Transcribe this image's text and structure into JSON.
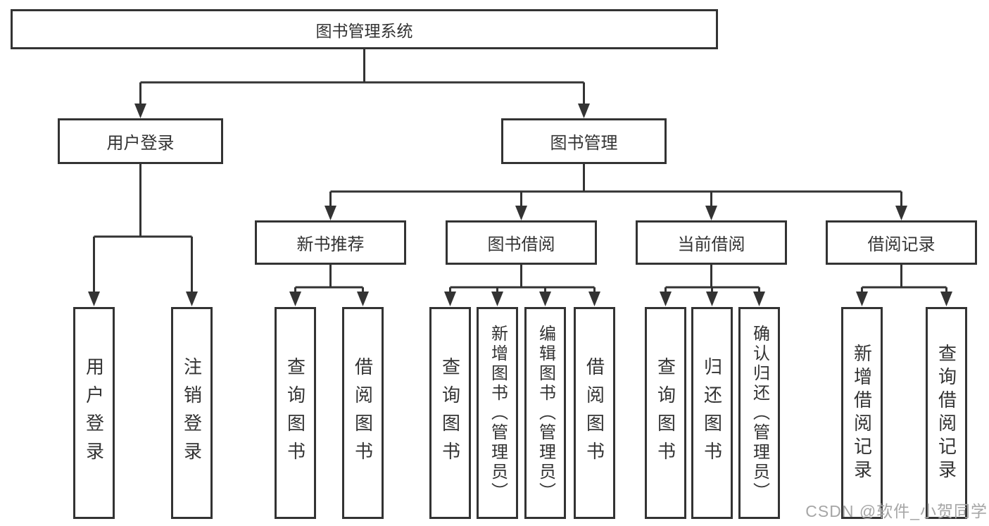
{
  "diagram": {
    "root": {
      "label": "图书管理系统"
    },
    "level1": [
      "用户登录",
      "图书管理"
    ],
    "level2": [
      "新书推荐",
      "图书借阅",
      "当前借阅",
      "借阅记录"
    ],
    "leaves": {
      "user_login": [
        "用户登录",
        "注销登录"
      ],
      "new_book_recommend": [
        "查询图书",
        "借阅图书"
      ],
      "book_borrow": [
        "查询图书",
        "新增图书（管理员）",
        "编辑图书（管理员）",
        "借阅图书"
      ],
      "current_borrow": [
        "查询图书",
        "归还图书",
        "确认归还（管理员）"
      ],
      "borrow_record": [
        "新增借阅记录",
        "查询借阅记录"
      ]
    }
  },
  "watermark": {
    "text": "CSDN @软件_小贺同学"
  },
  "colors": {
    "line": "#333333",
    "box_border": "#333333",
    "text": "#333333",
    "watermark": "#a6a6a6",
    "background": "#ffffff"
  }
}
